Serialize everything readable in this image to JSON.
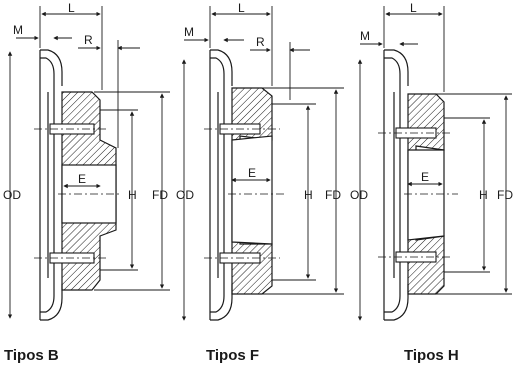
{
  "figures": [
    {
      "caption": "Tipos B",
      "labels": {
        "L": "L",
        "M": "M",
        "R": "R",
        "OD": "OD",
        "E": "E",
        "H": "H",
        "FD": "FD"
      }
    },
    {
      "caption": "Tipos F",
      "labels": {
        "L": "L",
        "M": "M",
        "R": "R",
        "OD": "OD",
        "E": "E",
        "H": "H",
        "FD": "FD"
      }
    },
    {
      "caption": "Tipos H",
      "labels": {
        "L": "L",
        "M": "M",
        "OD": "OD",
        "E": "E",
        "H": "H",
        "FD": "FD"
      }
    }
  ],
  "colors": {
    "line": "#1a1a1a",
    "hatch": "#1a1a1a",
    "background": "#ffffff"
  }
}
